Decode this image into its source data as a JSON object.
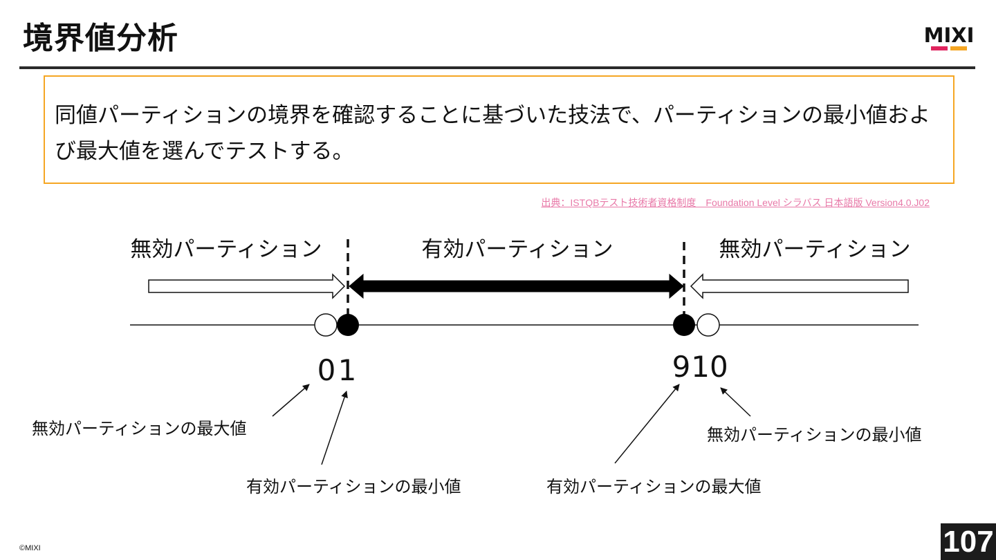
{
  "title": "境界値分析",
  "logo": {
    "text": "MIXI",
    "colors": [
      "#e0245e",
      "#f5a623"
    ]
  },
  "definition": "同値パーティションの境界を確認することに基づいた技法で、パーティションの最小値および最大値を選んでテストする。",
  "source": "出典：ISTQBテスト技術者資格制度　Foundation Level シラバス 日本語版 Version4.0.J02",
  "diagram": {
    "partition_left": "無効パーティション",
    "partition_center": "有効パーティション",
    "partition_right": "無効パーティション",
    "values": [
      "0",
      "1",
      "9",
      "10"
    ],
    "callouts": {
      "invalid_max": "無効パーティションの最大値",
      "valid_min": "有効パーティションの最小値",
      "valid_max": "有効パーティションの最大値",
      "invalid_min": "無効パーティションの最小値"
    }
  },
  "footer": {
    "copyright": "©MIXI",
    "page": "107"
  }
}
